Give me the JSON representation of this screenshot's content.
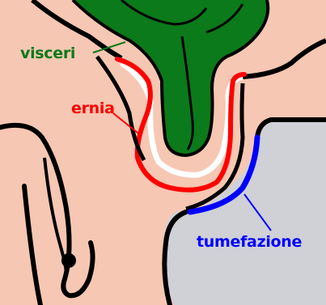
{
  "labels": {
    "visceri": "visceri",
    "ernia": "ernia",
    "tumefazione": "tumefazione"
  },
  "colors": {
    "background": "#cfd1d6",
    "skin": "#f6c7b3",
    "viscera": "#0b7a1a",
    "outline": "#000000",
    "hernia_sac": "#ff0000",
    "swelling": "#0000ff",
    "visceri_text": "#0b7a1a",
    "ernia_text": "#ff0000",
    "tumefazione_text": "#0000ff"
  }
}
